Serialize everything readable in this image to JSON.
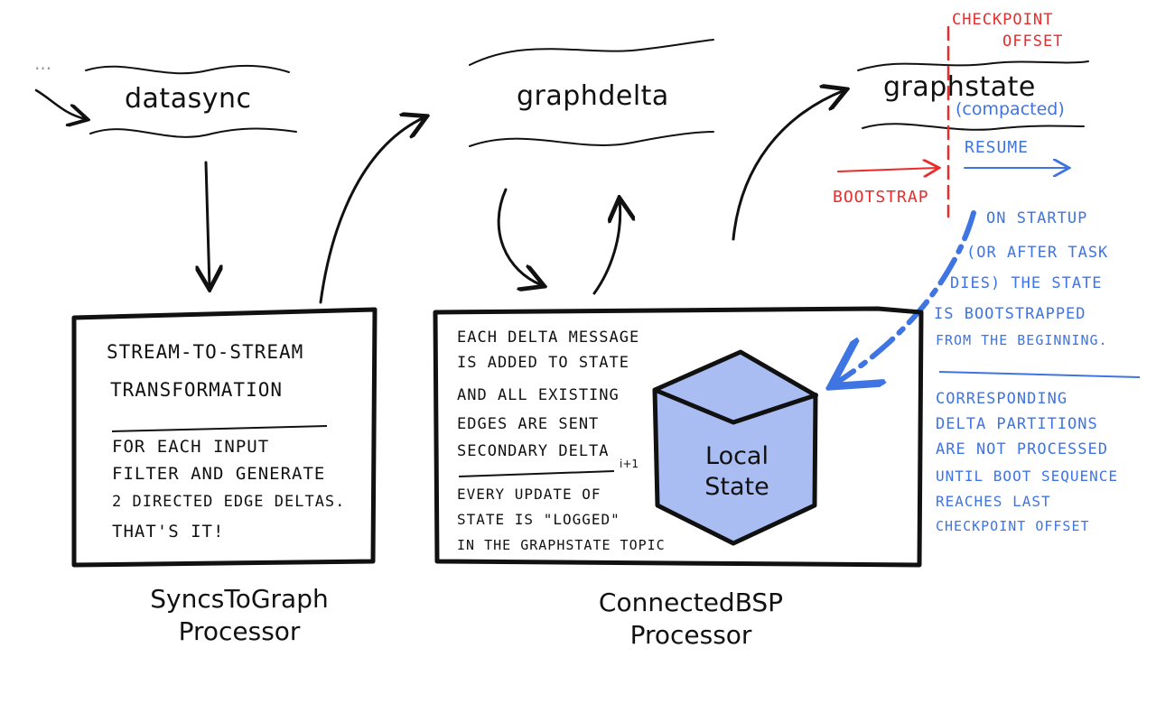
{
  "topics": {
    "datasync": "datasync",
    "graphdelta": "graphdelta",
    "graphstate": "graphstate",
    "graphstate_note": "(compacted)"
  },
  "ellipsis": "...",
  "checkpoint": {
    "label_line1": "CHECKPOINT",
    "label_line2": "OFFSET",
    "bootstrap": "BOOTSTRAP",
    "resume": "RESUME"
  },
  "sync_box": {
    "heading_line1": "STREAM-TO-STREAM",
    "heading_line2": "TRANSFORMATION",
    "body": [
      "FOR EACH INPUT",
      "FILTER AND GENERATE",
      "2 DIRECTED EDGE DELTAS.",
      "THAT'S IT!"
    ]
  },
  "bsp_box": {
    "top": [
      "EACH DELTA MESSAGE",
      "IS ADDED TO STATE",
      "AND ALL EXISTING",
      "EDGES ARE SENT",
      "SECONDARY DELTA"
    ],
    "superscript": "i+1",
    "bottom": [
      "EVERY UPDATE OF",
      "STATE IS \"LOGGED\"",
      "IN THE GRAPHSTATE TOPIC"
    ],
    "local_state_line1": "Local",
    "local_state_line2": "State"
  },
  "notes": {
    "startup": [
      "ON STARTUP",
      "(OR AFTER TASK",
      "DIES) THE STATE",
      "IS BOOTSTRAPPED",
      "FROM THE BEGINNING."
    ],
    "partitions": [
      "CORRESPONDING",
      "DELTA PARTITIONS",
      "ARE NOT PROCESSED",
      "UNTIL BOOT SEQUENCE",
      "REACHES LAST",
      "CHECKPOINT OFFSET"
    ]
  },
  "processors": {
    "sync_line1": "SyncsToGraph",
    "sync_line2": "Processor",
    "bsp_line1": "ConnectedBSP",
    "bsp_line2": "Processor"
  },
  "colors": {
    "ink": "#111111",
    "blue": "#3f74e3",
    "red": "#ec2a2a",
    "cube_fill": "#a9bdf2"
  }
}
